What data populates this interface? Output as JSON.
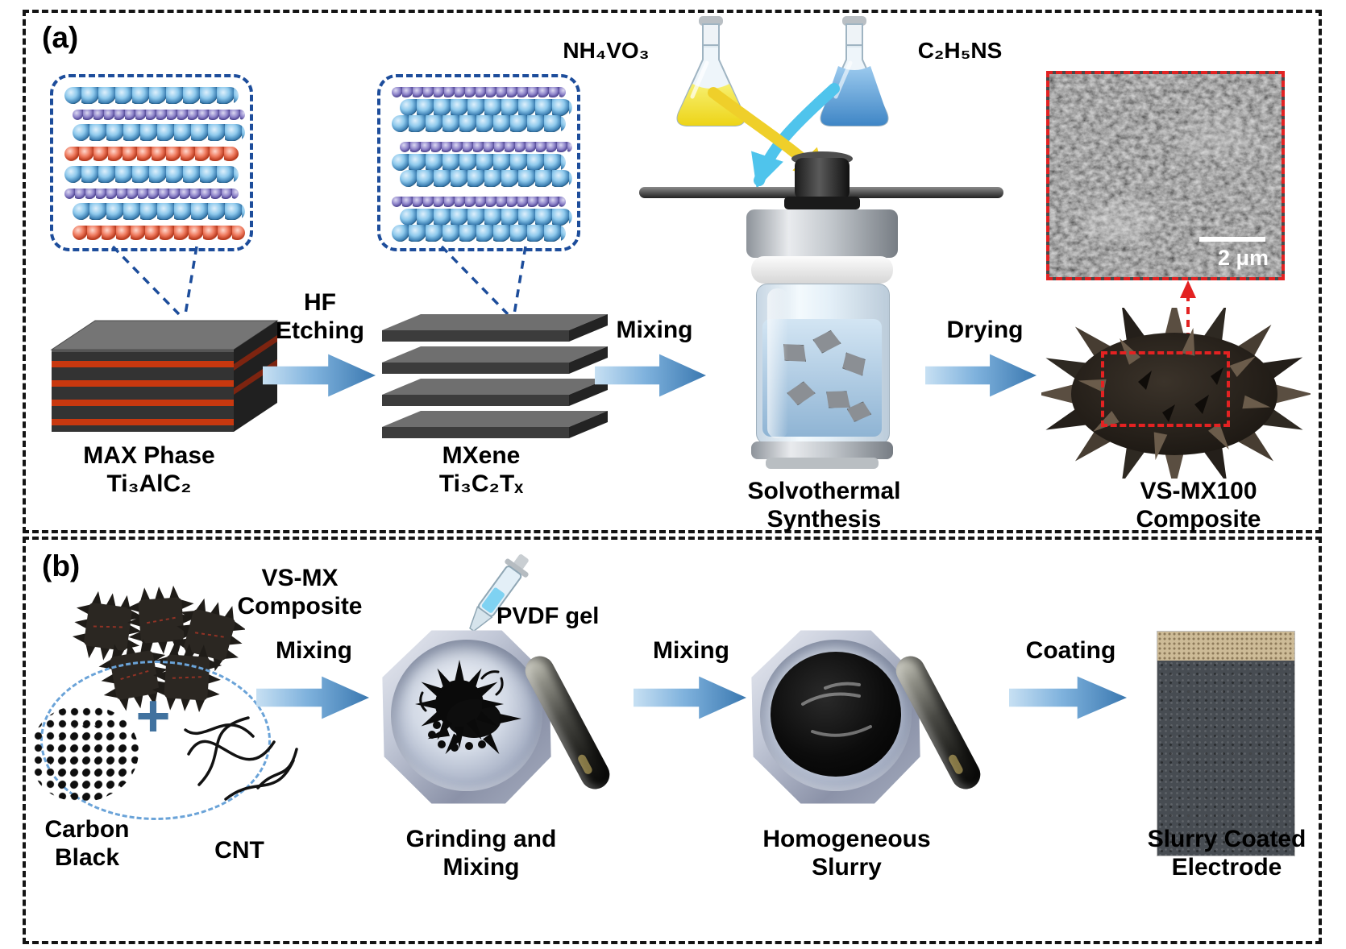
{
  "panel_a": {
    "label": "(a)",
    "reagent_flask_left": "NH₄VO₃",
    "reagent_flask_right": "C₂H₅NS",
    "max_phase": {
      "line1": "MAX Phase",
      "line2": "Ti₃AlC₂"
    },
    "hf_etching": {
      "line1": "HF",
      "line2": "Etching"
    },
    "mxene": {
      "line1": "MXene",
      "line2": "Ti₃C₂Tₓ"
    },
    "mixing_label": "Mixing",
    "solvothermal": {
      "line1": "Solvothermal",
      "line2": "Synthesis"
    },
    "drying_label": "Drying",
    "composite": {
      "line1": "VS-MX100",
      "line2": "Composite"
    },
    "sem_scale_bar": "2 μm"
  },
  "panel_b": {
    "label": "(b)",
    "vsmx": {
      "line1": "VS-MX",
      "line2": "Composite"
    },
    "plus_sign": "+",
    "carbon_black": {
      "line1": "Carbon",
      "line2": "Black"
    },
    "cnt_label": "CNT",
    "mixing1_label": "Mixing",
    "pvdf_label": "PVDF gel",
    "grinding": {
      "line1": "Grinding and",
      "line2": "Mixing"
    },
    "mixing2_label": "Mixing",
    "homogeneous": {
      "line1": "Homogeneous",
      "line2": "Slurry"
    },
    "coating_label": "Coating",
    "electrode": {
      "line1": "Slurry Coated",
      "line2": "Electrode"
    }
  },
  "colors": {
    "process_arrow_blue": "#3a78b0",
    "callout_dash_blue": "#1d4d9b",
    "highlight_red": "#e32222",
    "flask_yellow_liquid": "#f0d81e",
    "flask_blue_liquid": "#4f97d6",
    "panel_border": "#141414"
  }
}
